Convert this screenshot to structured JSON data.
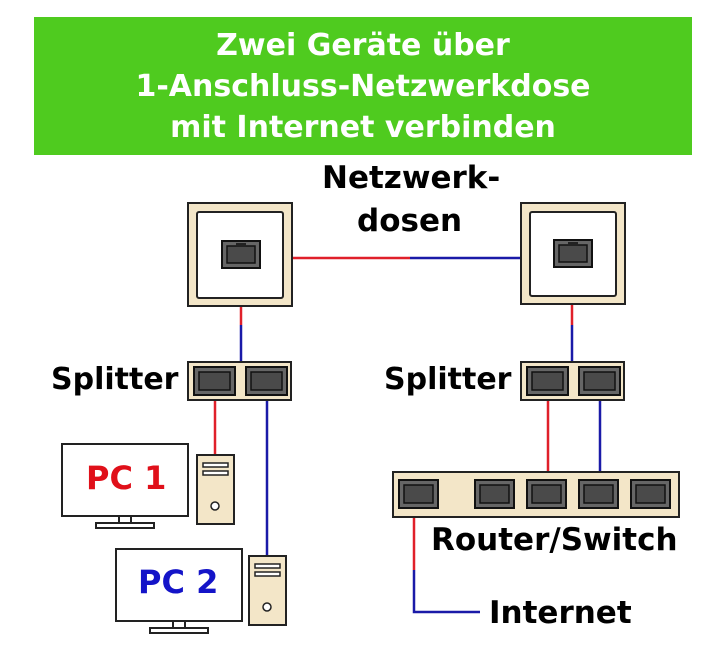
{
  "header": {
    "lines": [
      "Zwei Geräte über",
      "1-Anschluss-Netzwerkdose",
      "mit Internet verbinden"
    ],
    "background": "#4fcb1f"
  },
  "labels": {
    "netzwerkdosen": [
      "Netzwerk-",
      "dosen"
    ],
    "splitter_left": "Splitter",
    "splitter_right": "Splitter",
    "router": "Router/Switch",
    "internet": "Internet",
    "pc1": "PC 1",
    "pc2": "PC 2"
  },
  "colors": {
    "cable_red": "#e0202a",
    "cable_blue": "#1a1aa8",
    "pc1_text": "#e0101a",
    "pc2_text": "#1414c8",
    "device_fill": "#f3e6c8",
    "port_fill": "#666666"
  },
  "icons": [
    "wall-socket-icon",
    "rj45-port-icon",
    "splitter-icon",
    "router-switch-icon",
    "monitor-icon",
    "pc-tower-icon"
  ]
}
